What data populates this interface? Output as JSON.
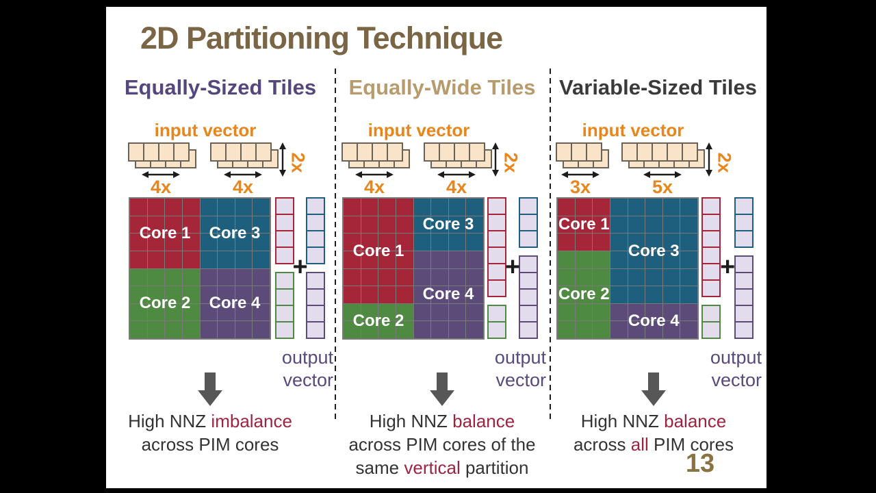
{
  "slide": {
    "title": "2D Partitioning Technique",
    "page_number": "13",
    "shared": {
      "input_label": "input vector",
      "height_label": "2x",
      "output_label_line1": "output",
      "output_label_line2": "vector",
      "plus": "+"
    },
    "colors": {
      "title": "#7a6544",
      "page_number": "#8a7340",
      "orange": "#e8861c",
      "tan_fill": "#f9e3c9",
      "tan_border": "#6b6257",
      "grid": "#7a7a7a",
      "red": "#a62639",
      "blue": "#1e5f7e",
      "green": "#4f8a43",
      "purple": "#5c4b79",
      "cell_fill": "#e2dcec",
      "caption_text": "#333333",
      "caption_emph": "#9e2340",
      "output_label": "#584a7e",
      "arrow_gray": "#575757",
      "black": "#1c1c1c"
    },
    "columns": [
      {
        "header": "Equally-Sized Tiles",
        "header_color": "#55477d",
        "input_groups": [
          {
            "cells": 4,
            "label": "4x"
          },
          {
            "cells": 4,
            "label": "4x"
          }
        ],
        "cores": [
          {
            "name": "Core 1",
            "color": "red",
            "c0": 0,
            "c1": 4,
            "r0": 0,
            "r1": 4
          },
          {
            "name": "Core 3",
            "color": "blue",
            "c0": 4,
            "c1": 8,
            "r0": 0,
            "r1": 4
          },
          {
            "name": "Core 2",
            "color": "green",
            "c0": 0,
            "c1": 4,
            "r0": 4,
            "r1": 8
          },
          {
            "name": "Core 4",
            "color": "purple",
            "c0": 4,
            "c1": 8,
            "r0": 4,
            "r1": 8
          }
        ],
        "output_left": [
          {
            "color": "red",
            "cells": 4
          },
          {
            "color": "green",
            "cells": 4
          }
        ],
        "output_right": [
          {
            "color": "blue",
            "cells": 4
          },
          {
            "color": "purple",
            "cells": 4
          }
        ],
        "caption": [
          [
            {
              "text": "High NNZ ",
              "emph": false
            },
            {
              "text": "imbalance",
              "emph": true
            }
          ],
          [
            {
              "text": "across PIM cores",
              "emph": false
            }
          ]
        ]
      },
      {
        "header": "Equally-Wide Tiles",
        "header_color": "#b79b6c",
        "input_groups": [
          {
            "cells": 4,
            "label": "4x"
          },
          {
            "cells": 4,
            "label": "4x"
          }
        ],
        "cores": [
          {
            "name": "Core 1",
            "color": "red",
            "c0": 0,
            "c1": 4,
            "r0": 0,
            "r1": 6
          },
          {
            "name": "Core 3",
            "color": "blue",
            "c0": 4,
            "c1": 8,
            "r0": 0,
            "r1": 3
          },
          {
            "name": "Core 2",
            "color": "green",
            "c0": 0,
            "c1": 4,
            "r0": 6,
            "r1": 8
          },
          {
            "name": "Core 4",
            "color": "purple",
            "c0": 4,
            "c1": 8,
            "r0": 3,
            "r1": 8
          }
        ],
        "output_left": [
          {
            "color": "red",
            "cells": 6
          },
          {
            "color": "green",
            "cells": 2
          }
        ],
        "output_right": [
          {
            "color": "blue",
            "cells": 3
          },
          {
            "color": "purple",
            "cells": 5
          }
        ],
        "caption": [
          [
            {
              "text": "High NNZ ",
              "emph": false
            },
            {
              "text": "balance",
              "emph": true
            }
          ],
          [
            {
              "text": "across PIM cores of the",
              "emph": false
            }
          ],
          [
            {
              "text": "same ",
              "emph": false
            },
            {
              "text": "vertical",
              "emph": true
            },
            {
              "text": " partition",
              "emph": false
            }
          ]
        ]
      },
      {
        "header": "Variable-Sized Tiles",
        "header_color": "#3a3a3a",
        "input_groups": [
          {
            "cells": 3,
            "label": "3x"
          },
          {
            "cells": 5,
            "label": "5x"
          }
        ],
        "cores": [
          {
            "name": "Core 1",
            "color": "red",
            "c0": 0,
            "c1": 3,
            "r0": 0,
            "r1": 3
          },
          {
            "name": "Core 2",
            "color": "green",
            "c0": 0,
            "c1": 3,
            "r0": 3,
            "r1": 8
          },
          {
            "name": "Core 3",
            "color": "blue",
            "c0": 3,
            "c1": 8,
            "r0": 0,
            "r1": 6
          },
          {
            "name": "Core 4",
            "color": "purple",
            "c0": 3,
            "c1": 8,
            "r0": 6,
            "r1": 8
          }
        ],
        "output_left": [
          {
            "color": "red",
            "cells": 6
          },
          {
            "color": "green",
            "cells": 2
          }
        ],
        "output_right": [
          {
            "color": "blue",
            "cells": 3
          },
          {
            "color": "purple",
            "cells": 5
          }
        ],
        "caption": [
          [
            {
              "text": "High NNZ ",
              "emph": false
            },
            {
              "text": "balance",
              "emph": true
            }
          ],
          [
            {
              "text": "across ",
              "emph": false
            },
            {
              "text": "all",
              "emph": true
            },
            {
              "text": " PIM cores",
              "emph": false
            }
          ]
        ]
      }
    ]
  }
}
